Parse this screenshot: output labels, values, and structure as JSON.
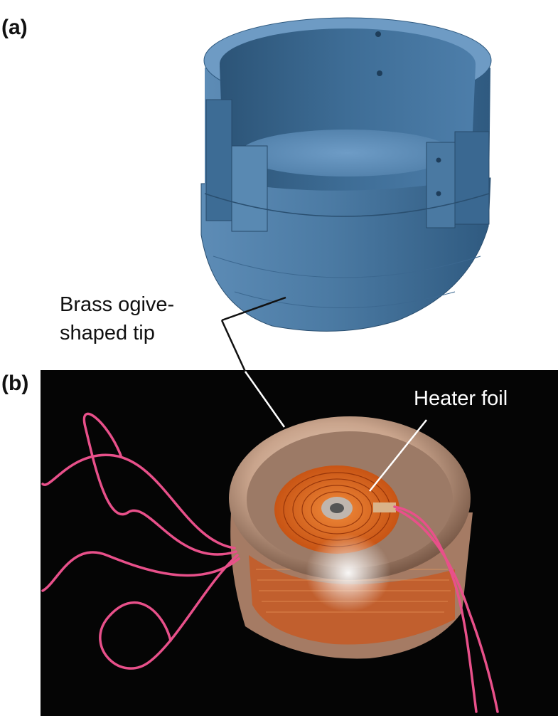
{
  "panels": {
    "a_label": "(a)",
    "b_label": "(b)"
  },
  "callouts": {
    "brass_line1": "Brass ogive-",
    "brass_line2": "shaped tip",
    "heater": "Heater foil"
  },
  "colors": {
    "cad_blue": "#4f7fa8",
    "photo_background": "#050505",
    "heater_orange": "#e0671c",
    "wire_pink": "#e8508a"
  }
}
